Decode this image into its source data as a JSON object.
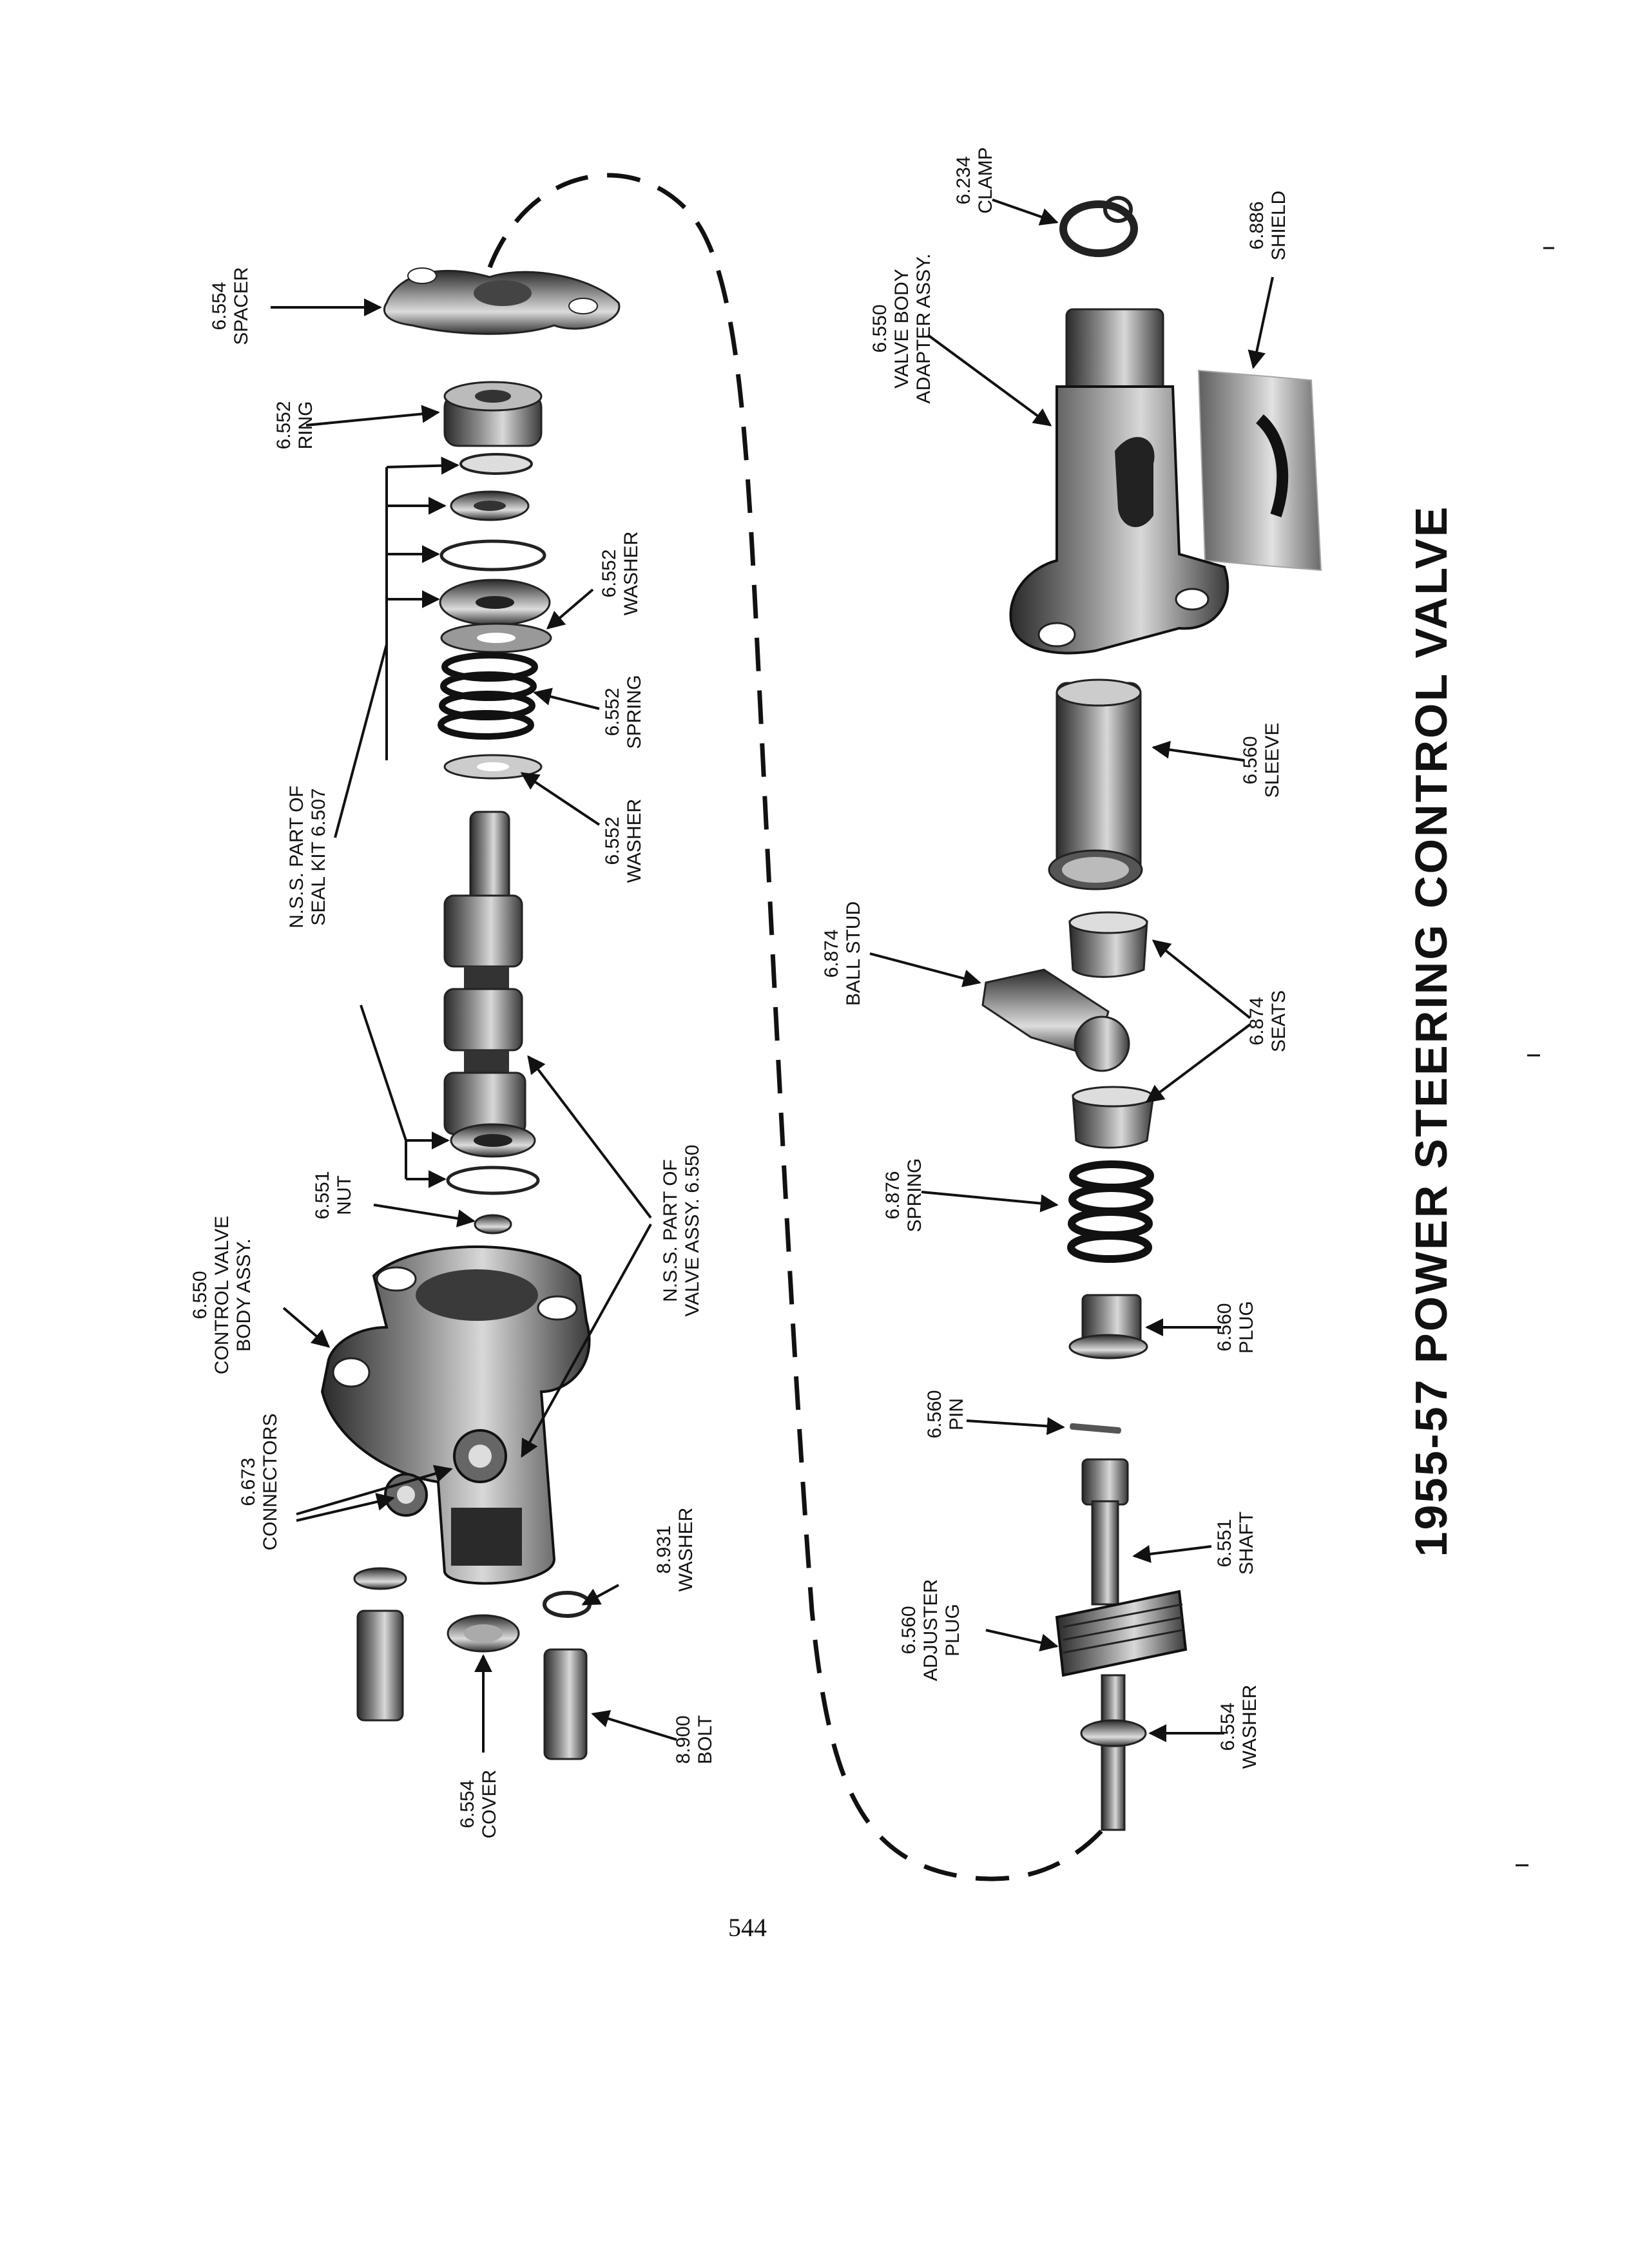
{
  "title": "1955-57 POWER STEERING CONTROL VALVE",
  "page_number": "544",
  "labels": {
    "spacer": [
      "6.554",
      "SPACER"
    ],
    "ring": [
      "6.552",
      "RING"
    ],
    "seal_kit": [
      "N.S.S. PART OF",
      "SEAL KIT 6.507"
    ],
    "washer_a": [
      "6.552",
      "WASHER"
    ],
    "spring_a": [
      "6.552",
      "SPRING"
    ],
    "washer_b": [
      "6.552",
      "WASHER"
    ],
    "nut": [
      "6.551",
      "NUT"
    ],
    "valve_body": [
      "6.550",
      "CONTROL VALVE",
      "BODY ASSY."
    ],
    "valve_assy": [
      "N.S.S. PART OF",
      "VALVE ASSY. 6.550"
    ],
    "connectors": [
      "6.673",
      "CONNECTORS"
    ],
    "washer_c": [
      "8.931",
      "WASHER"
    ],
    "cover": [
      "6.554",
      "COVER"
    ],
    "bolt": [
      "8.900",
      "BOLT"
    ],
    "clamp": [
      "6.234",
      "CLAMP"
    ],
    "shield": [
      "6.886",
      "SHIELD"
    ],
    "adapter": [
      "6.550",
      "VALVE BODY",
      "ADAPTER ASSY."
    ],
    "sleeve": [
      "6.560",
      "SLEEVE"
    ],
    "ball_stud": [
      "6.874",
      "BALL STUD"
    ],
    "seats": [
      "6.874",
      "SEATS"
    ],
    "spring_b": [
      "6.876",
      "SPRING"
    ],
    "plug": [
      "6.560",
      "PLUG"
    ],
    "pin": [
      "6.560",
      "PIN"
    ],
    "shaft": [
      "6.551",
      "SHAFT"
    ],
    "adjuster": [
      "6.560",
      "ADJUSTER",
      "PLUG"
    ],
    "washer_d": [
      "6.554",
      "WASHER"
    ]
  }
}
